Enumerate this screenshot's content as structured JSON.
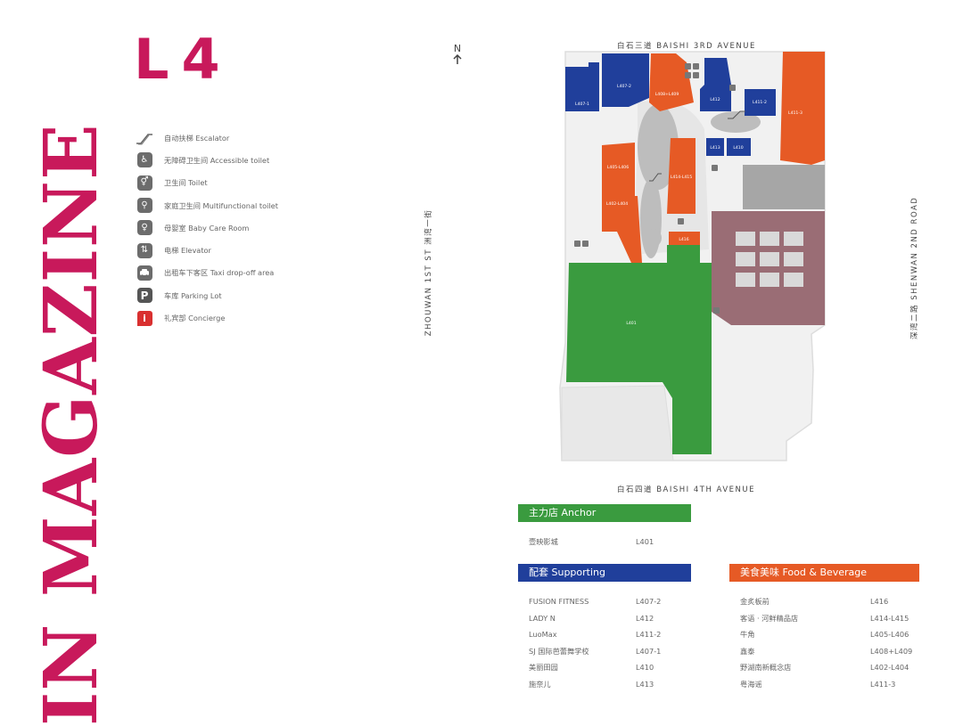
{
  "brand": "IN MAGAZINE",
  "floor": "L4",
  "legend": [
    {
      "icon": "escalator-icon",
      "label": "自动扶梯 Escalator",
      "glyph": "⤴"
    },
    {
      "icon": "accessible-toilet-icon",
      "label": "无障碍卫生间 Accessible toilet",
      "glyph": "♿"
    },
    {
      "icon": "toilet-icon",
      "label": "卫生间 Toilet",
      "glyph": "🚻"
    },
    {
      "icon": "family-toilet-icon",
      "label": "家庭卫生间 Multifunctional toilet",
      "glyph": "⚲"
    },
    {
      "icon": "baby-care-icon",
      "label": "母婴室 Baby Care Room",
      "glyph": "♀"
    },
    {
      "icon": "elevator-icon",
      "label": "电梯 Elevator",
      "glyph": "⇅"
    },
    {
      "icon": "taxi-icon",
      "label": "出租车下客区 Taxi drop-off area",
      "glyph": "🚖"
    },
    {
      "icon": "parking-icon",
      "label": "车库 Parking Lot",
      "glyph": "P"
    },
    {
      "icon": "concierge-icon",
      "label": "礼宾部 Concierge",
      "glyph": "i"
    }
  ],
  "compass": "N",
  "streets": {
    "top": "白石三道 BAISHI 3RD AVENUE",
    "bottom": "白石四道 BAISHI 4TH AVENUE",
    "left": "ZHOUWAN 1ST ST 洲湾一街",
    "right": "深湾二路 SHENWAN 2ND ROAD"
  },
  "colors": {
    "anchor": "#3a9b3f",
    "supporting": "#203f9b",
    "fb": "#e65a25",
    "parking": "#9a6d75",
    "service": "#a6a6a6",
    "accent": "#c8195b"
  },
  "map_units": {
    "l401": "L401",
    "l402": "L402-L404",
    "l405": "L405-L406",
    "l407_1": "L407-1",
    "l407_2": "L407-2",
    "l408": "L408+L409",
    "l410": "L410",
    "l411_2": "L411-2",
    "l411_3": "L411-3",
    "l412": "L412",
    "l413": "L413",
    "l414": "L414-L415",
    "l416": "L416"
  },
  "categories": {
    "anchor": "主力店 Anchor",
    "supporting": "配套 Supporting",
    "fb": "美食美味 Food & Beverage"
  },
  "tenants": {
    "anchor": [
      {
        "name": "壹映影城",
        "unit": "L401"
      }
    ],
    "supporting": [
      {
        "name": "FUSION FITNESS",
        "unit": "L407-2"
      },
      {
        "name": "LADY N",
        "unit": "L412"
      },
      {
        "name": "LuoMax",
        "unit": "L411-2"
      },
      {
        "name": "SJ 国际芭蕾舞学校",
        "unit": "L407-1"
      },
      {
        "name": "美丽田园",
        "unit": "L410"
      },
      {
        "name": "施奈儿",
        "unit": "L413"
      }
    ],
    "fb": [
      {
        "name": "金炙板前",
        "unit": "L416"
      },
      {
        "name": "客语 · 河鲜精品店",
        "unit": "L414-L415"
      },
      {
        "name": "牛角",
        "unit": "L405-L406"
      },
      {
        "name": "鑫泰",
        "unit": "L408+L409"
      },
      {
        "name": "野湖南新概念店",
        "unit": "L402-L404"
      },
      {
        "name": "粤海谣",
        "unit": "L411-3"
      }
    ]
  }
}
